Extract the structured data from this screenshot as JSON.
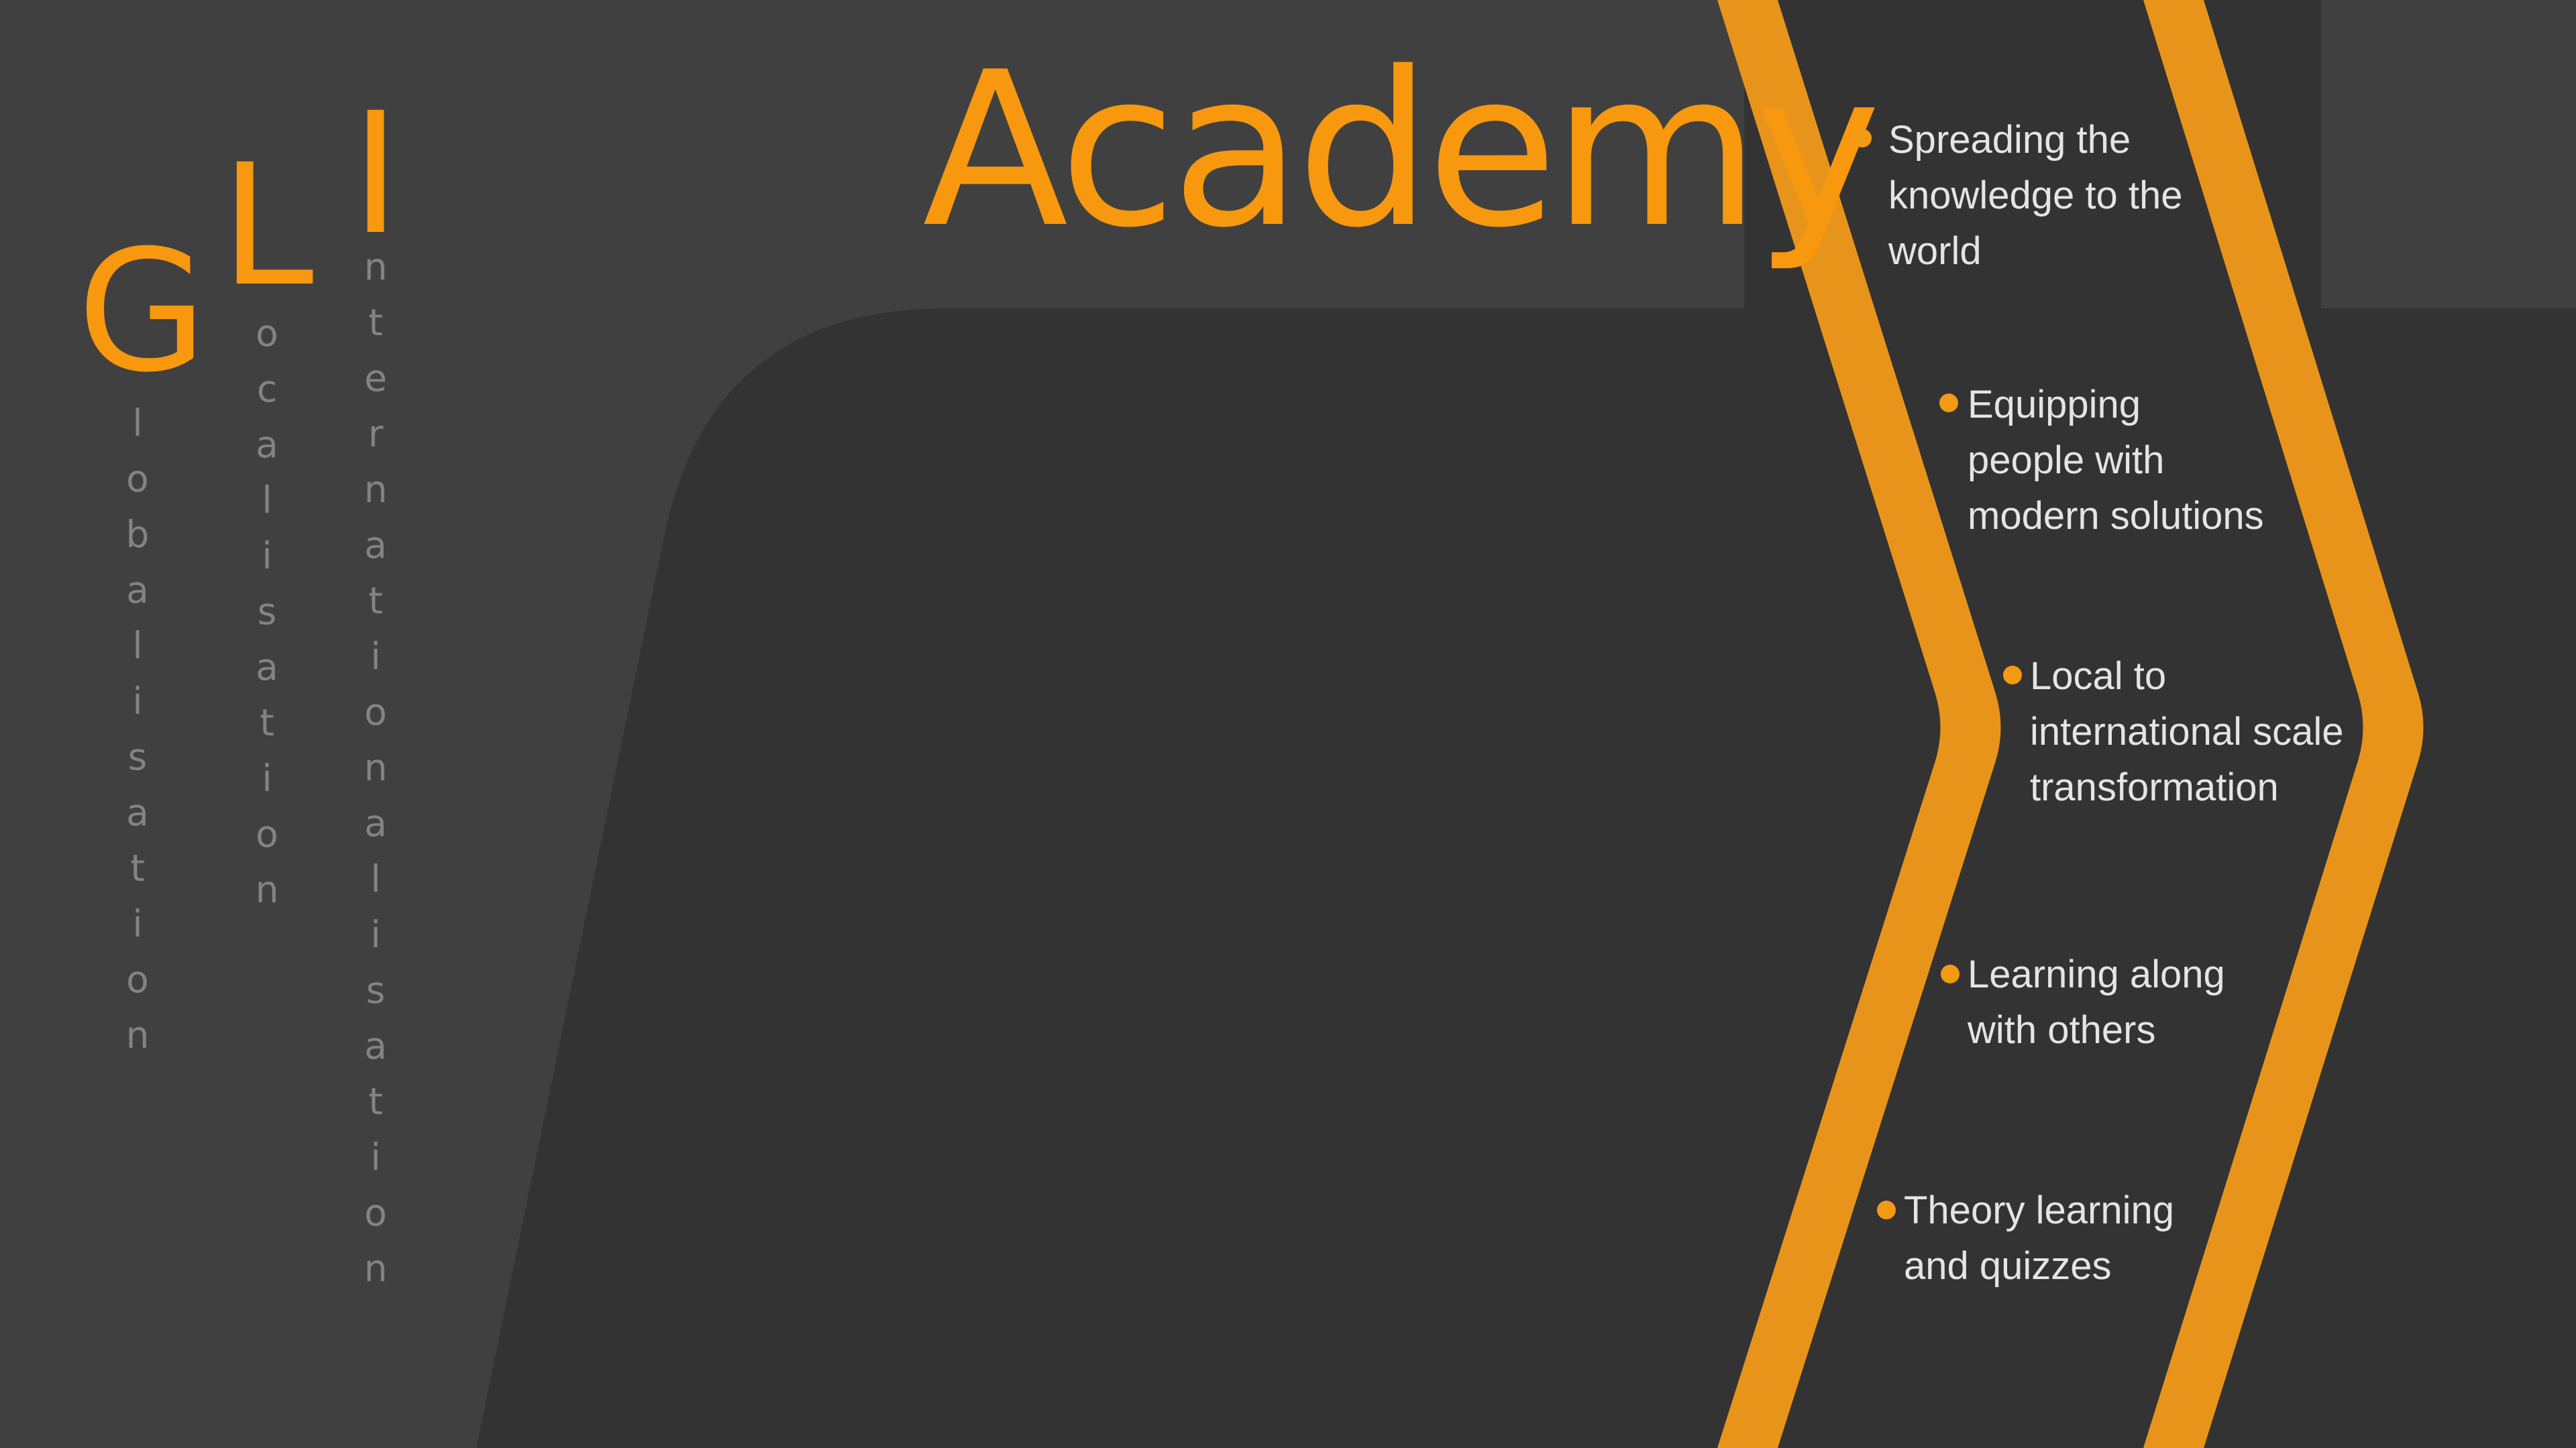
{
  "title": "Academy",
  "letters": [
    {
      "letter": "G",
      "rest": "lobalisation"
    },
    {
      "letter": "L",
      "rest": "ocalisation"
    },
    {
      "letter": "I",
      "rest": "nternationalisation"
    }
  ],
  "bullets": [
    {
      "lines": [
        "Spreading the",
        "knowledge to the",
        "world"
      ]
    },
    {
      "lines": [
        "Equipping",
        "people with",
        "modern solutions"
      ]
    },
    {
      "lines": [
        "Local to",
        "international scale",
        "transformation"
      ]
    },
    {
      "lines": [
        "Learning along",
        "with others"
      ]
    },
    {
      "lines": [
        "Theory learning",
        "and quizzes"
      ]
    }
  ],
  "colors": {
    "background": "#404040",
    "panel": "#333333",
    "accent": "#f7980e",
    "chevron": "#e8941a",
    "letter_trail": "#838383",
    "bullet_text": "#e4e4e4"
  }
}
